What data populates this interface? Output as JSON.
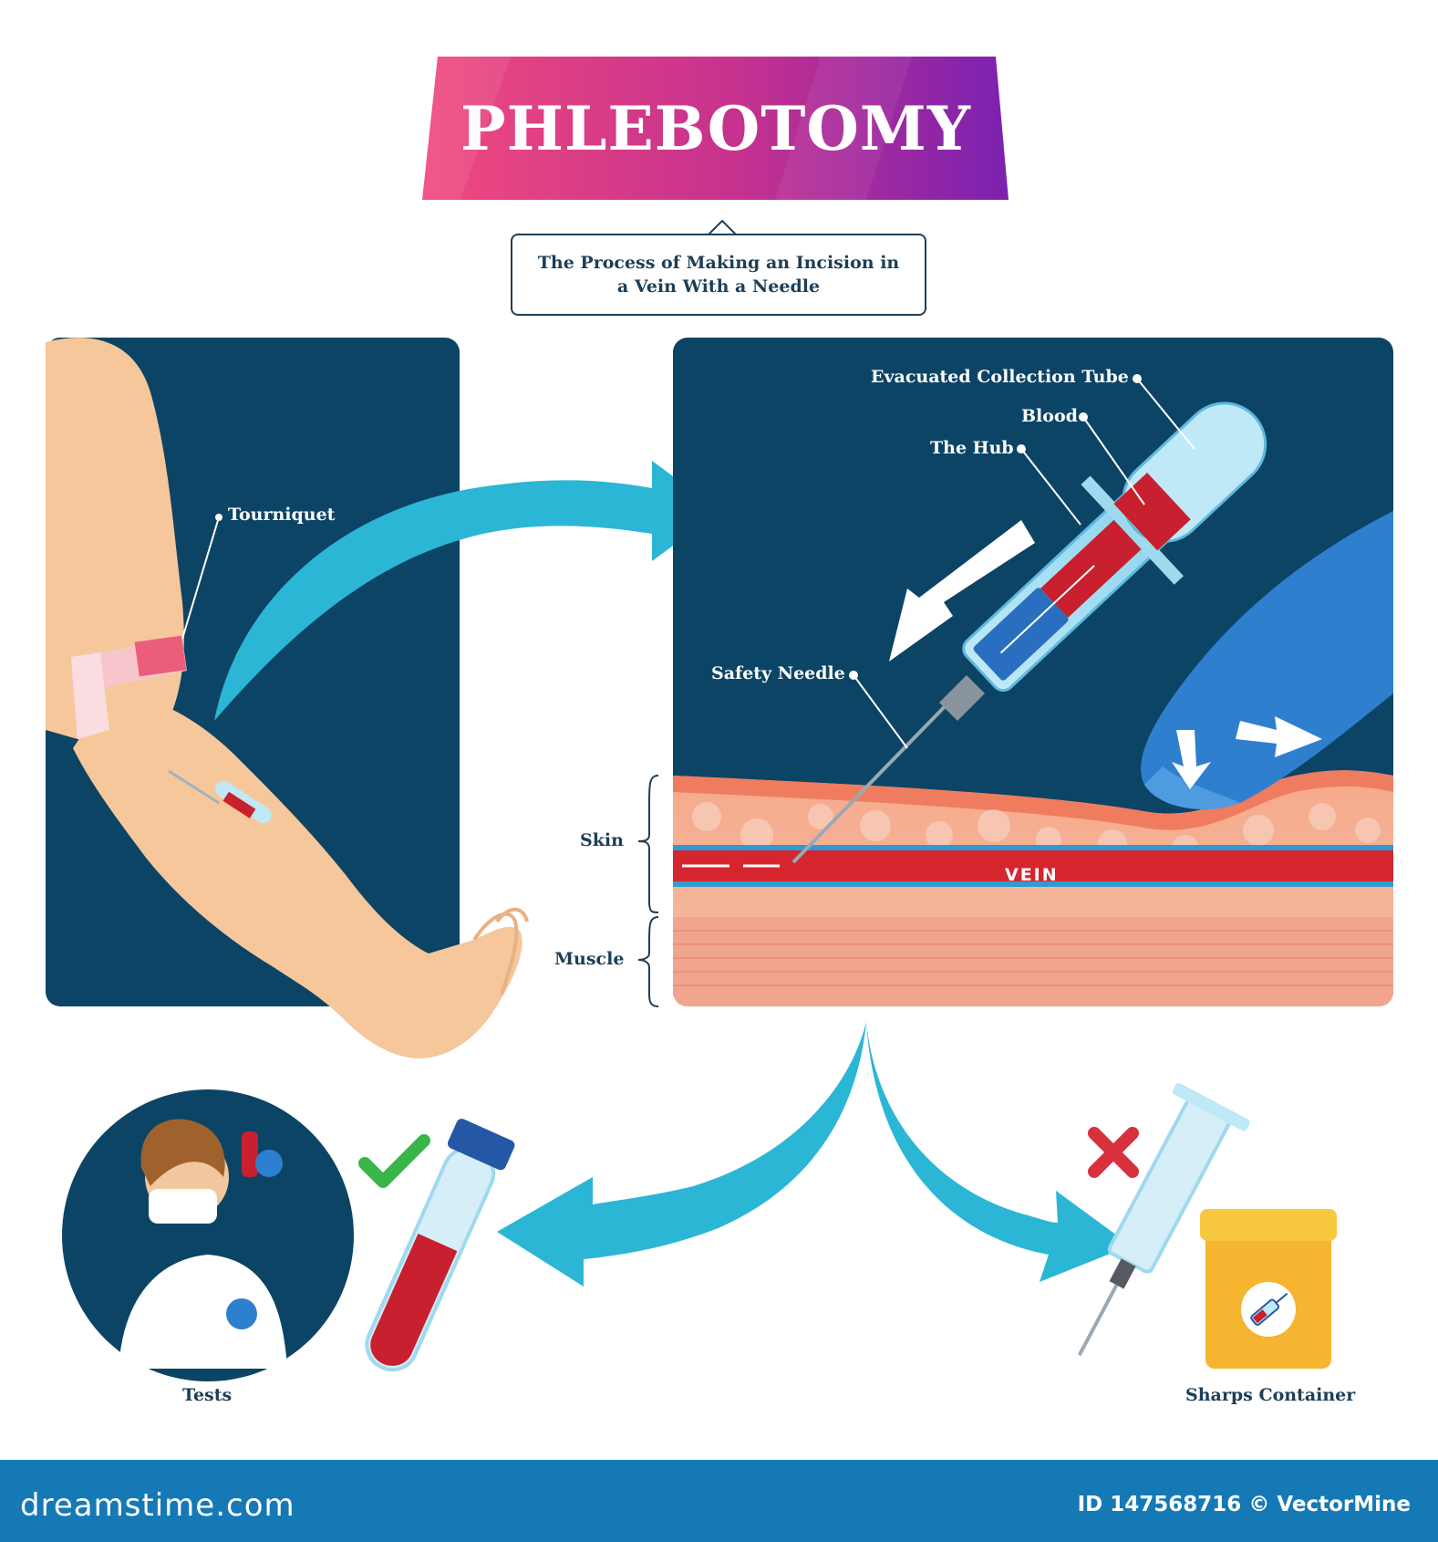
{
  "header": {
    "title": "PHLEBOTOMY",
    "subtitle": "The Process of Making an Incision in a Vein With a Needle"
  },
  "labels": {
    "tourniquet": "Tourniquet",
    "evacuated_tube": "Evacuated Collection Tube",
    "blood": "Blood",
    "hub": "The Hub",
    "safety_needle": "Safety Needle",
    "skin": "Skin",
    "muscle": "Muscle",
    "vein": "VEIN",
    "tests": "Tests",
    "sharps_container": "Sharps Container"
  },
  "footer": {
    "site": "dreamstime.com",
    "id_credit": "ID 147568716 © VectorMine"
  },
  "colors": {
    "panel_navy": "#0c4465",
    "arrow_cyan": "#2bb6d6",
    "banner_start": "#f0497e",
    "banner_end": "#7b22b0",
    "blood_red": "#c8202e",
    "skin_tone": "#f6c79a",
    "footer_blue": "#1579b5",
    "check_green": "#3ab54a",
    "cross_red": "#d8313d",
    "container_yellow": "#f5b530"
  },
  "icons": {
    "check": "check-icon",
    "cross": "cross-icon",
    "syringe": "syringe-icon"
  }
}
